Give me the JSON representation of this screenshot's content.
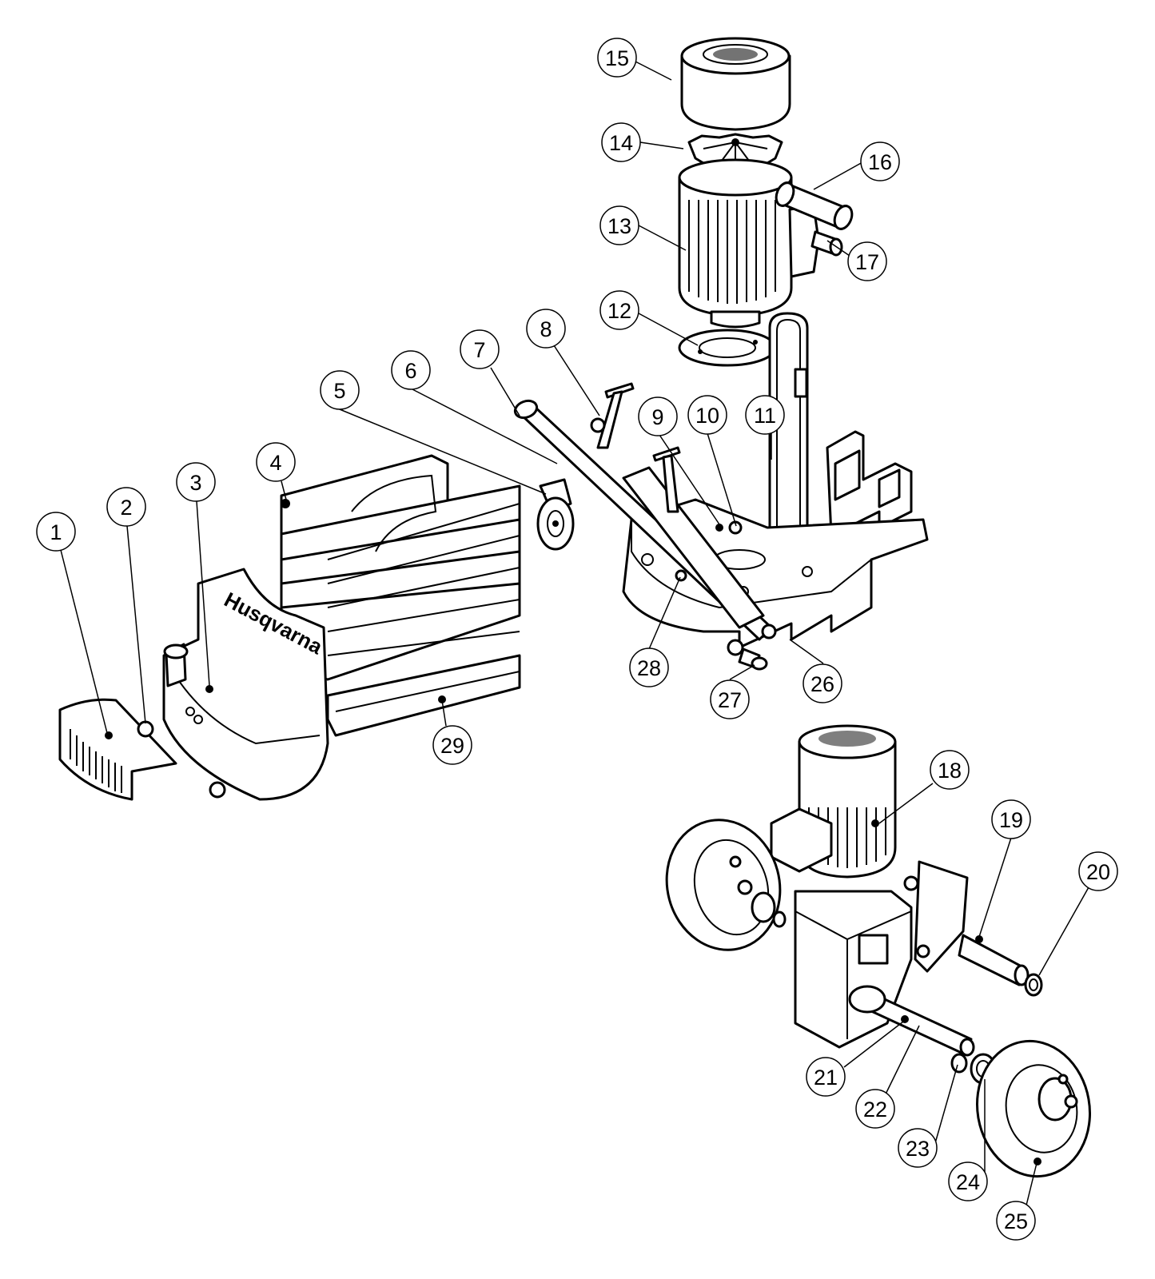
{
  "brand_text": "Husqvarna",
  "callouts": [
    {
      "id": "1",
      "label": "1"
    },
    {
      "id": "2",
      "label": "2"
    },
    {
      "id": "3",
      "label": "3"
    },
    {
      "id": "4",
      "label": "4"
    },
    {
      "id": "5",
      "label": "5"
    },
    {
      "id": "6",
      "label": "6"
    },
    {
      "id": "7",
      "label": "7"
    },
    {
      "id": "8",
      "label": "8"
    },
    {
      "id": "9",
      "label": "9"
    },
    {
      "id": "10",
      "label": "10"
    },
    {
      "id": "11",
      "label": "11"
    },
    {
      "id": "12",
      "label": "12"
    },
    {
      "id": "13",
      "label": "13"
    },
    {
      "id": "14",
      "label": "14"
    },
    {
      "id": "15",
      "label": "15"
    },
    {
      "id": "16",
      "label": "16"
    },
    {
      "id": "17",
      "label": "17"
    },
    {
      "id": "18",
      "label": "18"
    },
    {
      "id": "19",
      "label": "19"
    },
    {
      "id": "20",
      "label": "20"
    },
    {
      "id": "21",
      "label": "21"
    },
    {
      "id": "22",
      "label": "22"
    },
    {
      "id": "23",
      "label": "23"
    },
    {
      "id": "24",
      "label": "24"
    },
    {
      "id": "25",
      "label": "25"
    },
    {
      "id": "26",
      "label": "26"
    },
    {
      "id": "27",
      "label": "27"
    },
    {
      "id": "28",
      "label": "28"
    },
    {
      "id": "29",
      "label": "29"
    }
  ]
}
